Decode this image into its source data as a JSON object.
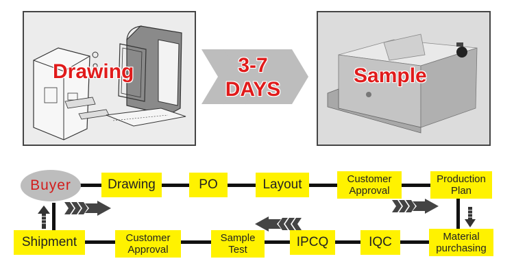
{
  "top": {
    "drawing_label": "Drawing",
    "sample_label": "Sample",
    "duration_line1": "3-7",
    "duration_line2": "DAYS"
  },
  "flow": {
    "buyer": "Buyer",
    "drawing": "Drawing",
    "po": "PO",
    "layout": "Layout",
    "customer_approval_top": "Customer\nApproval",
    "production_plan": "Production\nPlan",
    "material_purchasing": "Material\npurchasing",
    "iqc": "IQC",
    "ipcq": "IPCQ",
    "sample_test": "Sample\nTest",
    "customer_approval_bottom": "Customer\nApproval",
    "shipment": "Shipment"
  },
  "colors": {
    "box_fill": "#fff200",
    "accent_red": "#e01b1b",
    "line": "#111111",
    "panel_bg": "#d8d8d8"
  }
}
